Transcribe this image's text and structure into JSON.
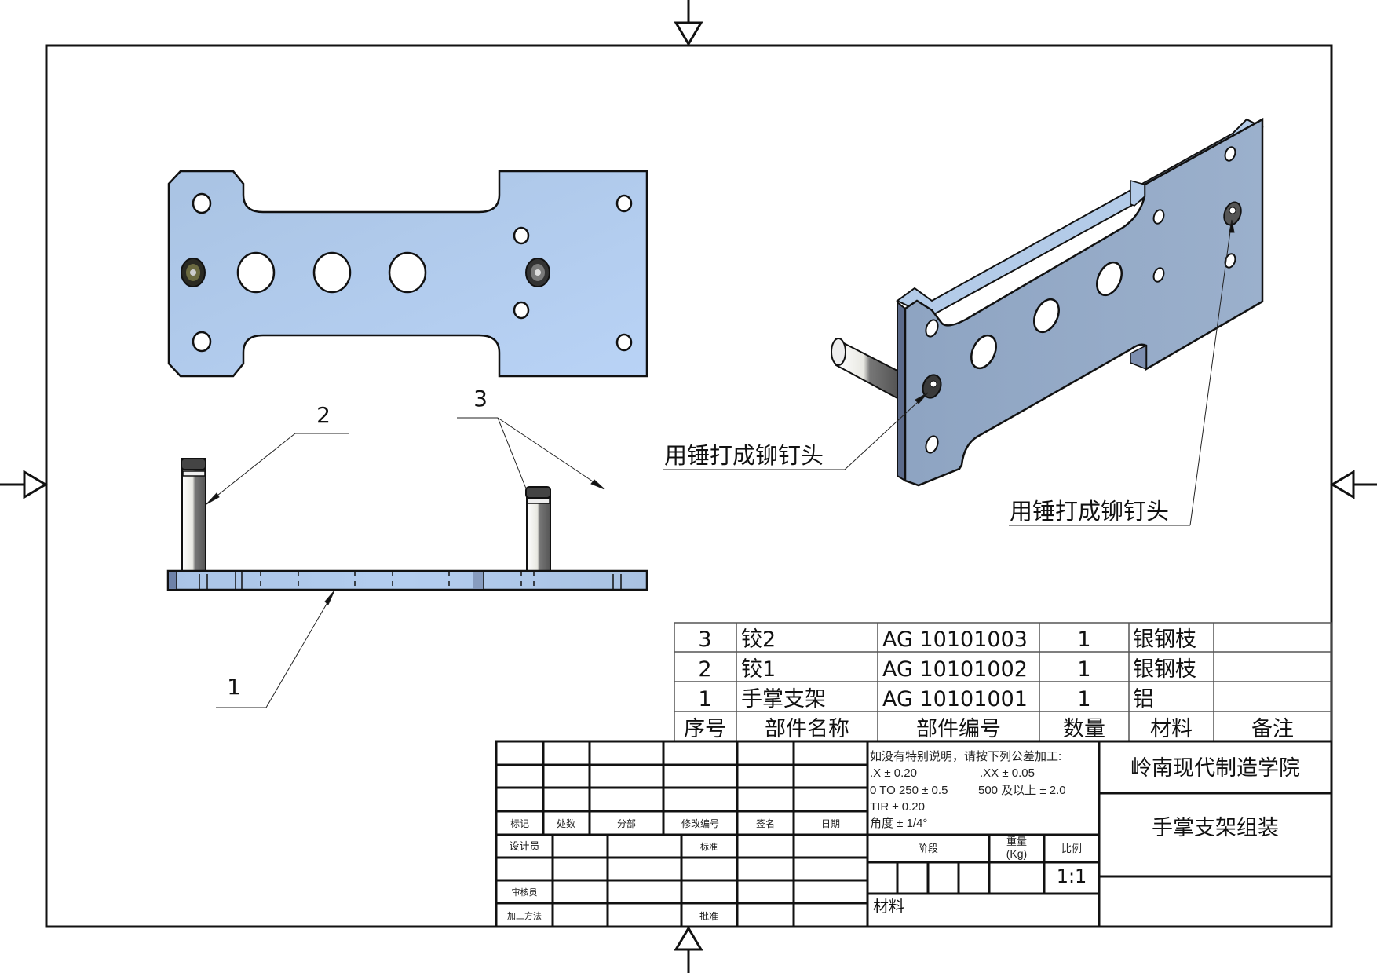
{
  "drawing": {
    "title": "手掌支架组装",
    "organization": "岭南现代制造学院",
    "scale": "1:1",
    "accent_colors": {
      "plate_face": "#afc9ea",
      "plate_side": "#8fa6c4",
      "plate_edge": "#5b6a8a",
      "pin_dark": "#555555"
    }
  },
  "annotations": {
    "rivet_note_left": "用锤打成铆钉头",
    "rivet_note_right": "用锤打成铆钉头",
    "balloons": [
      "1",
      "2",
      "3"
    ]
  },
  "bom": {
    "headers": [
      "序号",
      "部件名称",
      "部件编号",
      "数量",
      "材料",
      "备注"
    ],
    "rows": [
      {
        "no": "3",
        "name": "铰2",
        "part_no": "AG 10101003",
        "qty": "1",
        "material": "银钢枝",
        "note": ""
      },
      {
        "no": "2",
        "name": "铰1",
        "part_no": "AG 10101002",
        "qty": "1",
        "material": "银钢枝",
        "note": ""
      },
      {
        "no": "1",
        "name": "手掌支架",
        "part_no": "AG 10101001",
        "qty": "1",
        "material": "铝",
        "note": ""
      }
    ]
  },
  "title_block": {
    "revision_headers": [
      "标记",
      "处数",
      "分部",
      "修改编号",
      "签名",
      "日期"
    ],
    "roles": [
      "设计员",
      "审核员",
      "加工方法"
    ],
    "role_labels_mid": [
      "标准",
      "批准"
    ],
    "tolerance_lines": [
      "如没有特别说明，请按下列公差加工:",
      ".X ± 0.20",
      ".XX ± 0.05",
      "0 TO 250 ± 0.5",
      "500 及以上 ± 2.0",
      "TIR ± 0.20",
      "角度 ± 1/4°"
    ],
    "stage_label": "阶段",
    "weight_label_1": "重量",
    "weight_label_2": "(Kg)",
    "scale_label": "比例",
    "material_label": "材料"
  }
}
